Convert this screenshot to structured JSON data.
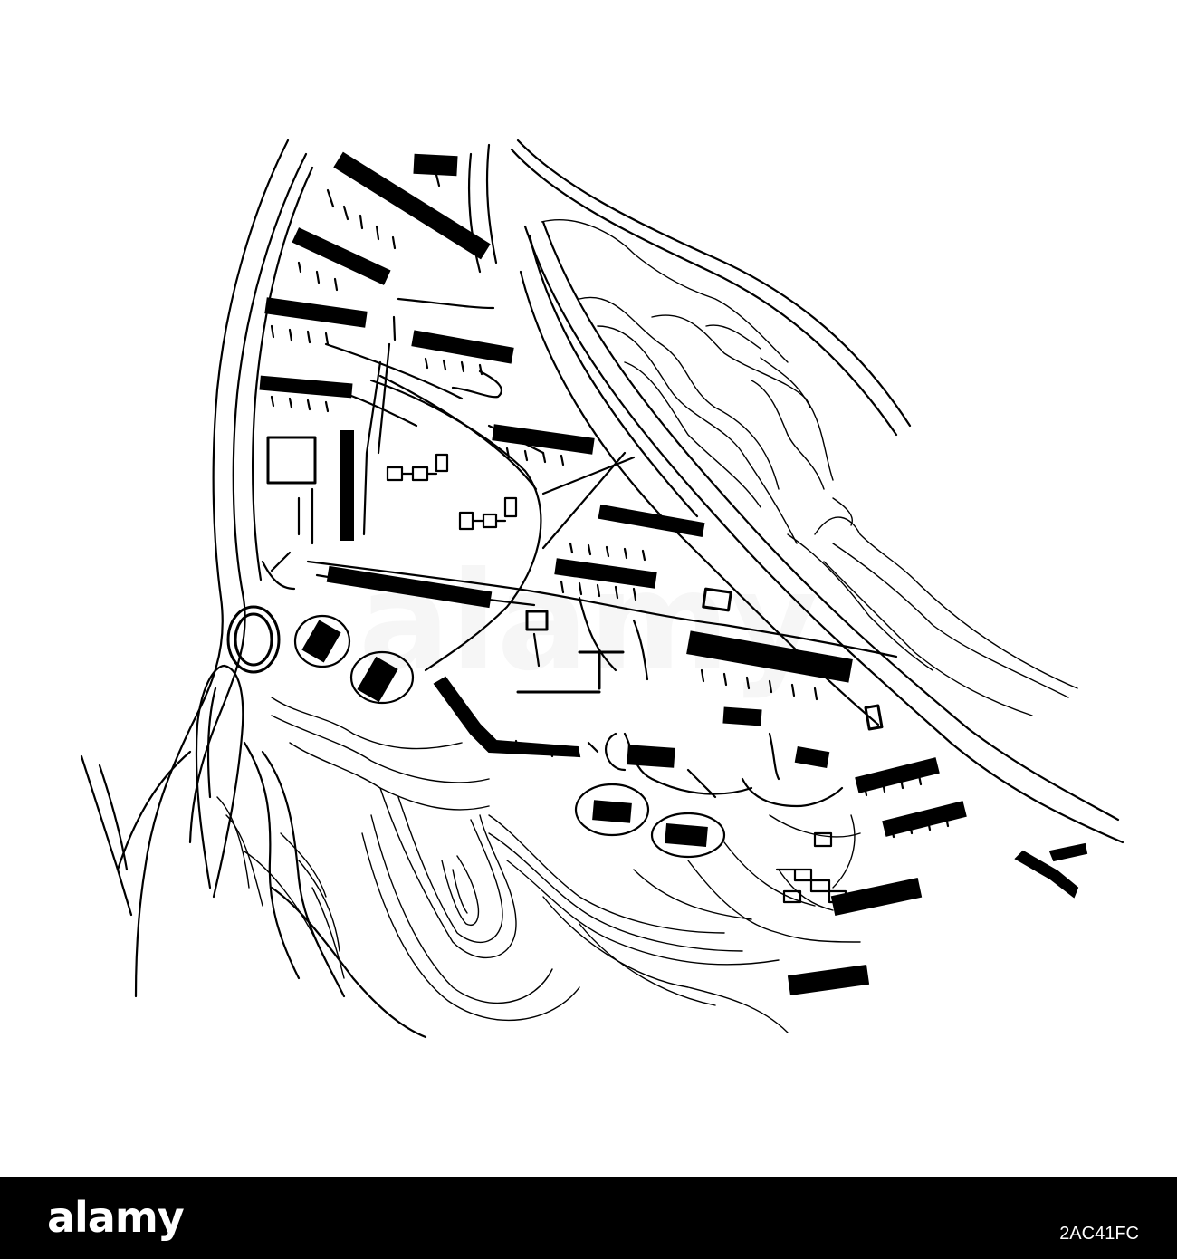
{
  "map": {
    "style": "black ink line sketch of a city district plan on white",
    "ink_color": "#000000",
    "paper_color": "#ffffff",
    "features": [
      "roads",
      "roundabout",
      "railway lines",
      "buildings",
      "terrain contour lines",
      "river bank"
    ]
  },
  "watermark": {
    "brand": "alamy",
    "image_id": "2AC41FC",
    "bar_color": "#000000",
    "text_color": "#ffffff"
  }
}
